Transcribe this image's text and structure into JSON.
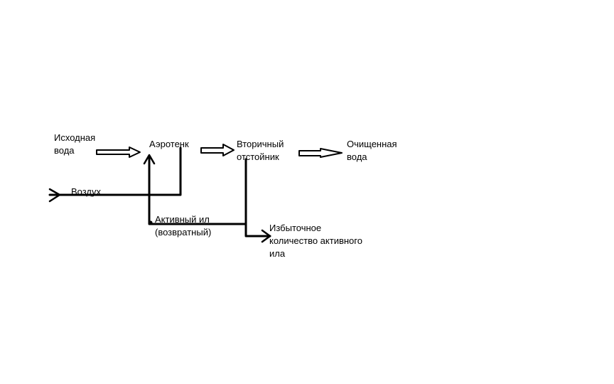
{
  "colors": {
    "background": "#ffffff",
    "ink": "#000000"
  },
  "nodes": {
    "source_water": [
      "Исходная",
      "вода"
    ],
    "aerotank": "Аэротенк",
    "secondary_clarifier": [
      "Вторичный",
      "отстойник"
    ],
    "treated_water": [
      "Очищенная",
      "вода"
    ],
    "air": "Воздух",
    "return_sludge": [
      "Активный ил",
      "(возвратный)"
    ],
    "excess_sludge": [
      "Избыточное",
      "количество активного",
      "ила"
    ]
  },
  "edges": [
    {
      "from": "source_water",
      "to": "aerotank",
      "style": "hollow-arrow"
    },
    {
      "from": "aerotank",
      "to": "secondary_clarifier",
      "style": "hollow-arrow"
    },
    {
      "from": "secondary_clarifier",
      "to": "treated_water",
      "style": "hollow-arrow"
    },
    {
      "from": "air",
      "to": "aerotank",
      "style": "line"
    },
    {
      "from": "secondary_clarifier",
      "to": "return_sludge",
      "style": "line"
    },
    {
      "from": "return_sludge",
      "to": "aerotank",
      "style": "line-arrow"
    },
    {
      "from": "secondary_clarifier",
      "to": "excess_sludge",
      "style": "line-arrow"
    }
  ]
}
